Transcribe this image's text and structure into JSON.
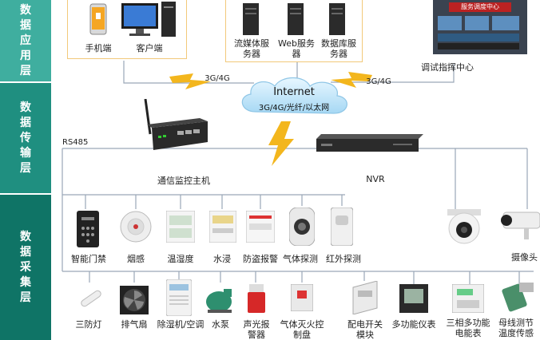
{
  "layers": [
    {
      "id": "application",
      "label": "数据应用层",
      "color": "#3fae9f"
    },
    {
      "id": "transport",
      "label": "数据传输层",
      "color": "#1f8f80"
    },
    {
      "id": "collection",
      "label": "数据采集层",
      "color": "#0f7466"
    }
  ],
  "top_clients": [
    "手机端",
    "客户端"
  ],
  "servers": [
    "流媒体服务器",
    "Web服务器",
    "数据库服务器"
  ],
  "command_center": {
    "label": "调试指挥中心",
    "screen_text": "服务调度中心"
  },
  "links": [
    "3G/4G",
    "3G/4G"
  ],
  "internet": {
    "title": "Internet",
    "subtitle": "3G/4G/光纤/以太网"
  },
  "rs485": "RS485",
  "host_label": "通信监控主机",
  "nvr_label": "NVR",
  "sensors_row1": [
    "智能门禁",
    "烟感",
    "温湿度",
    "水浸",
    "防盗报警",
    "气体探测",
    "红外探测"
  ],
  "camera_label": "摄像头",
  "sensors_row2": [
    "三防灯",
    "排气扇",
    "除湿机/空调",
    "水泵",
    "声光报警器",
    "气体灭火控制盘",
    "配电开关模块",
    "多功能仪表",
    "三相多功能电能表",
    "母线测节温度传感"
  ],
  "colors": {
    "accent": "#1f8f80",
    "bolt": "#f3b61d",
    "box_border": "#f2c97a",
    "line": "#9aa7b8"
  }
}
